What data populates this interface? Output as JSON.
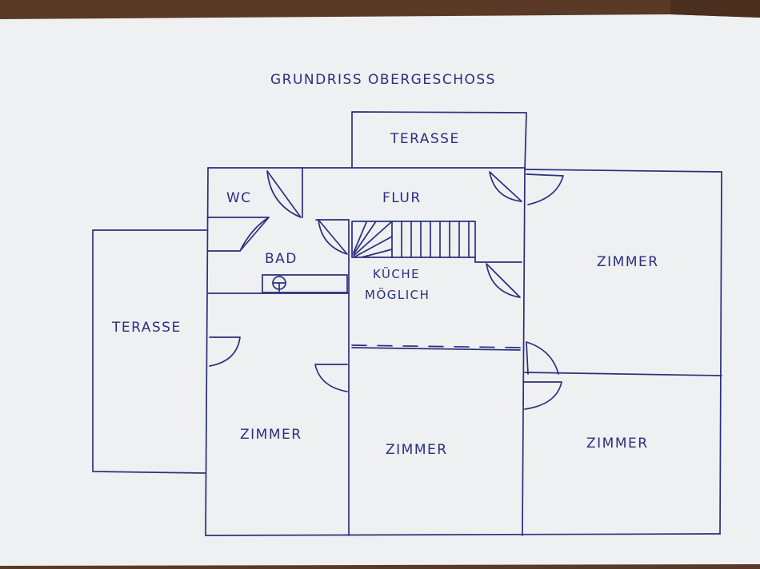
{
  "title": "GRUNDRISS   OBERGESCHOSS",
  "rooms": {
    "terrace_top": "TERASSE",
    "terrace_left": "TERASSE",
    "wc": "WC",
    "hall": "FLUR",
    "bath": "BAD",
    "kitchen_line1": "KÜCHE",
    "kitchen_line2": "MÖGLICH",
    "room_right_top": "ZIMMER",
    "room_left": "ZIMMER",
    "room_center": "ZIMMER",
    "room_right_bottom": "ZIMMER"
  },
  "colors": {
    "ink": "#2b2f7c",
    "paper": "#eef0f2",
    "table": "#5a3a26"
  }
}
